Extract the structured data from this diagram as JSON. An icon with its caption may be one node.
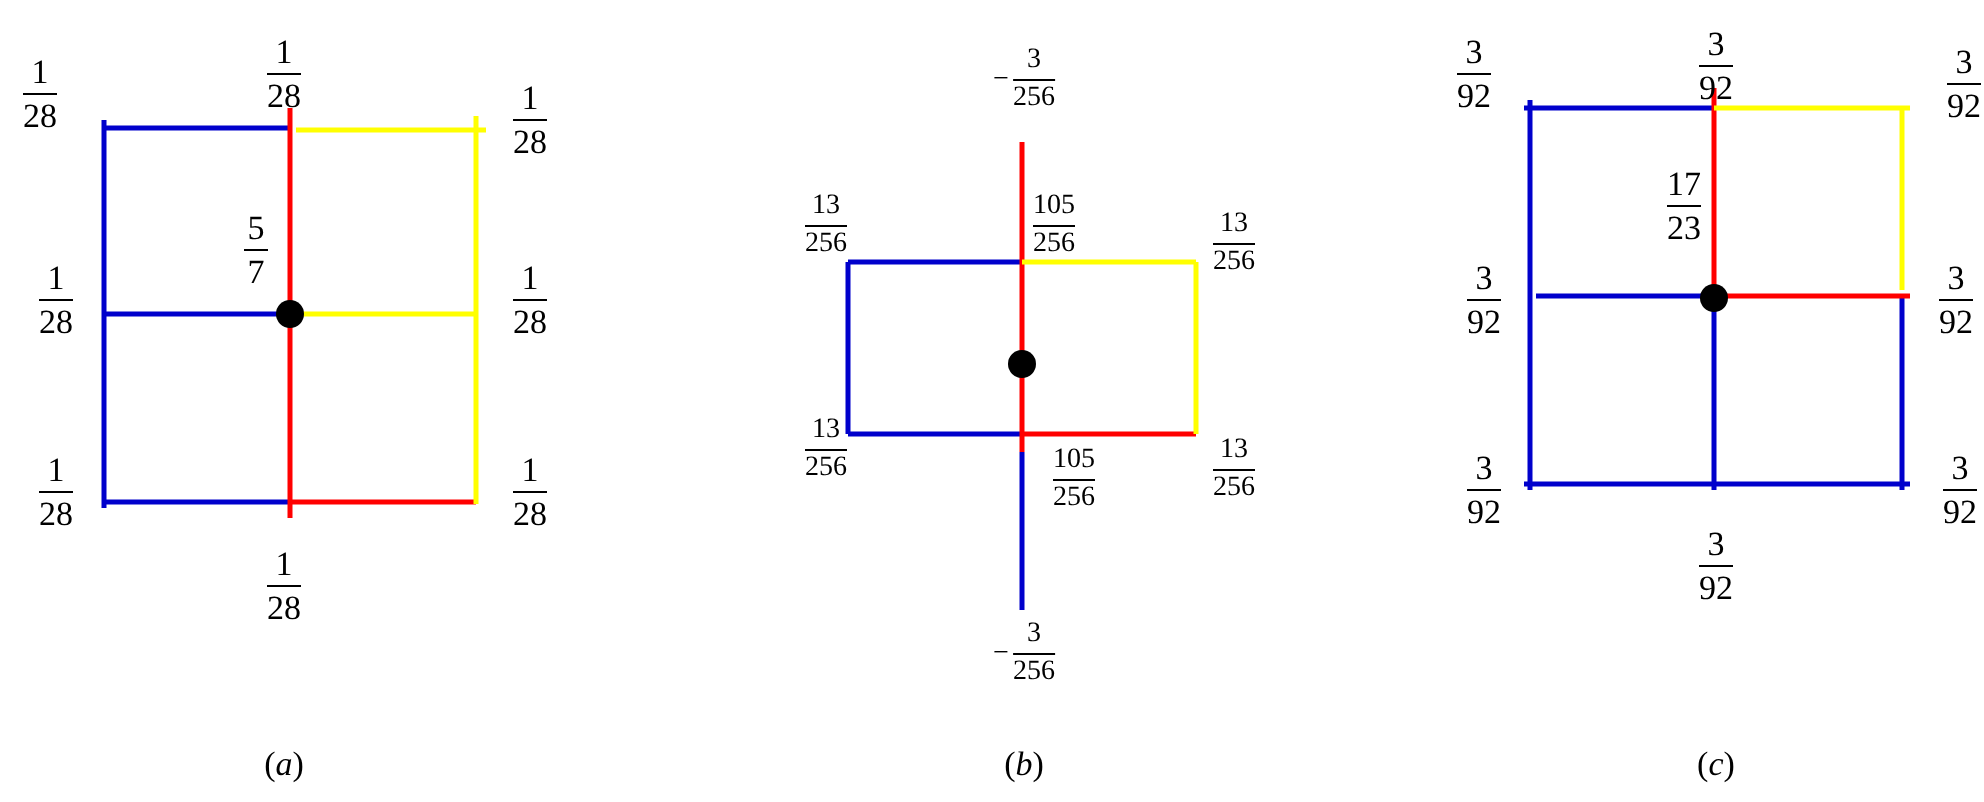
{
  "diagram": {
    "labels": [
      "1",
      "28",
      "1",
      "28",
      "1",
      "28",
      "5",
      "1",
      "7",
      "1",
      "28",
      "28",
      "1",
      "28",
      "1",
      "28",
      "1",
      "28",
      "−",
      "3",
      "256",
      "13",
      "256",
      "105",
      "256",
      "13",
      "256",
      "13",
      "256",
      "105",
      "256",
      "13",
      "256",
      "−",
      "3",
      "256",
      "3",
      "92",
      "3",
      "92",
      "3",
      "92",
      "17",
      "23",
      "3",
      "92",
      "3",
      "92",
      "3",
      "92",
      "3",
      "92",
      "3",
      "92",
      "(*a*)",
      "(*b*)",
      "(*c*)"
    ]
  }
}
